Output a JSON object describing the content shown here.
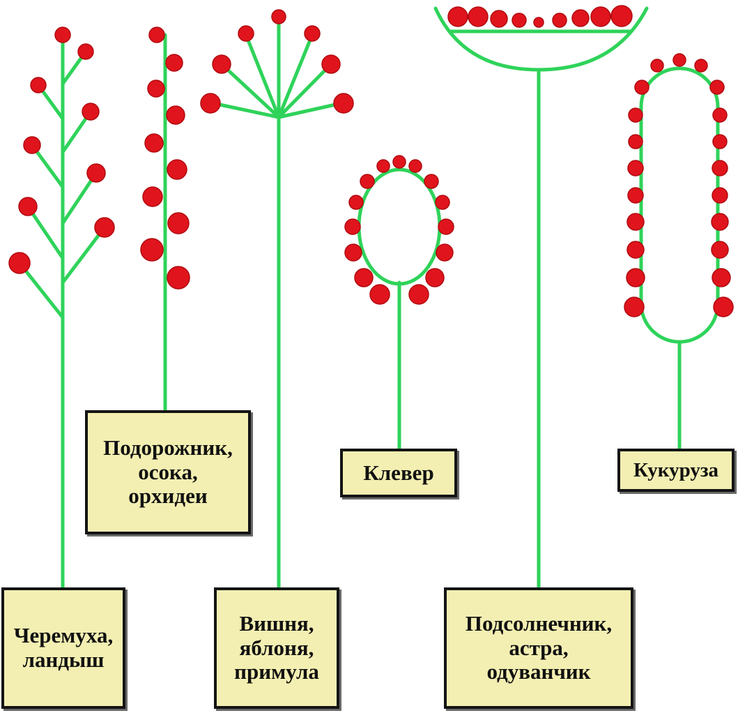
{
  "colors": {
    "stem": "#2fd35a",
    "flower": "#e0141c",
    "label_background": "#f3efb2",
    "label_border": "#141414"
  },
  "labels": {
    "raceme": "Черемуха,\nландыш",
    "spike": "Подорожник,\nосока,\nорхидеи",
    "umbel": "Вишня,\nяблоня,\nпримула",
    "head": "Клевер",
    "capitulum": "Подсолнечник,\nастра,\nодуванчик",
    "spadix": "Кукуруза"
  }
}
